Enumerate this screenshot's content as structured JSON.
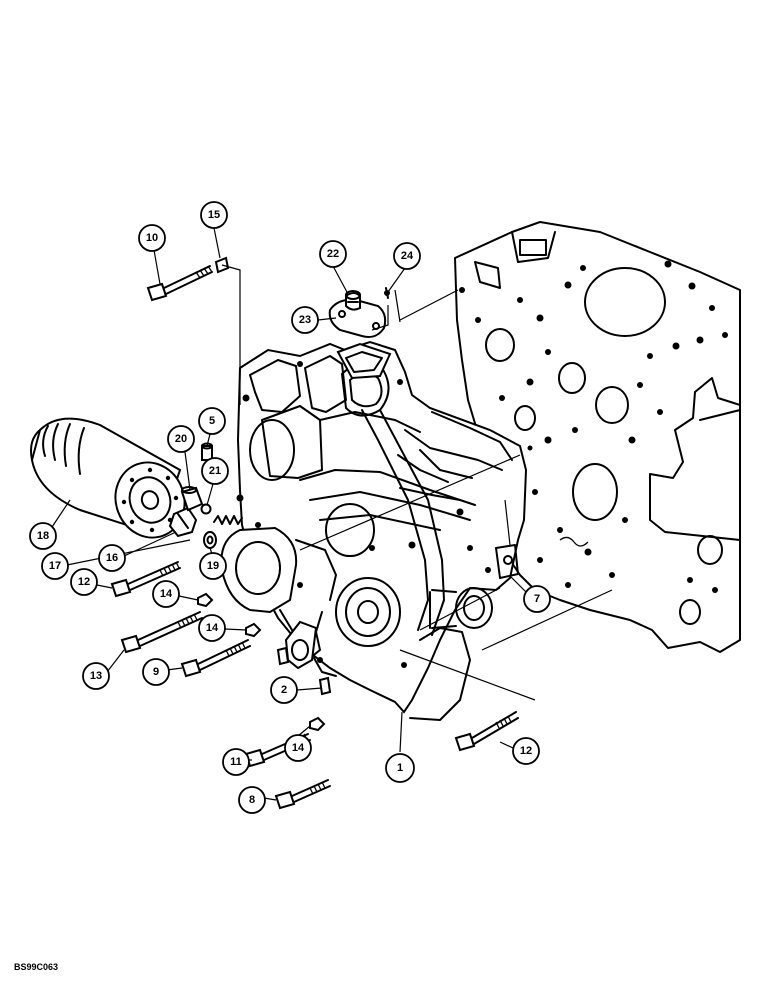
{
  "diagram": {
    "drawing_code": "BS99C063",
    "callouts": [
      {
        "id": "c1",
        "label": "1"
      },
      {
        "id": "c2",
        "label": "2"
      },
      {
        "id": "c5",
        "label": "5"
      },
      {
        "id": "c7",
        "label": "7"
      },
      {
        "id": "c8",
        "label": "8"
      },
      {
        "id": "c9",
        "label": "9"
      },
      {
        "id": "c10",
        "label": "10"
      },
      {
        "id": "c11",
        "label": "11"
      },
      {
        "id": "c12a",
        "label": "12"
      },
      {
        "id": "c12b",
        "label": "12"
      },
      {
        "id": "c13",
        "label": "13"
      },
      {
        "id": "c14a",
        "label": "14"
      },
      {
        "id": "c14b",
        "label": "14"
      },
      {
        "id": "c14c",
        "label": "14"
      },
      {
        "id": "c15",
        "label": "15"
      },
      {
        "id": "c16",
        "label": "16"
      },
      {
        "id": "c17",
        "label": "17"
      },
      {
        "id": "c18",
        "label": "18"
      },
      {
        "id": "c19",
        "label": "19"
      },
      {
        "id": "c20",
        "label": "20"
      },
      {
        "id": "c21",
        "label": "21"
      },
      {
        "id": "c22",
        "label": "22"
      },
      {
        "id": "c23",
        "label": "23"
      },
      {
        "id": "c24",
        "label": "24"
      }
    ]
  }
}
